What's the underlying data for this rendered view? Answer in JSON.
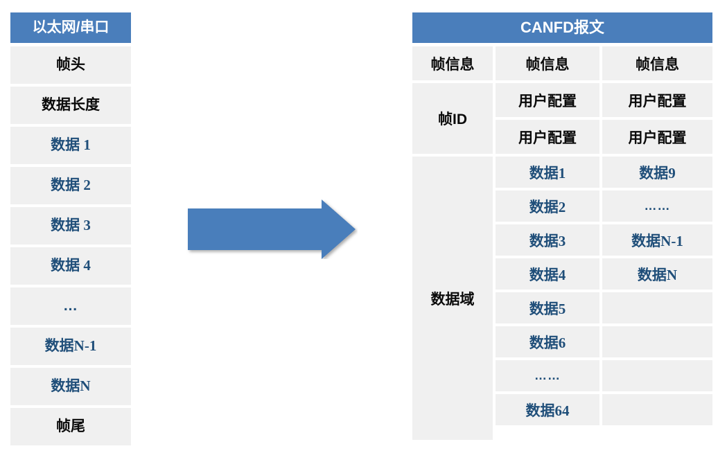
{
  "diagram": {
    "title_left": "以太网/串口",
    "title_right": "CANFD报文",
    "arrow": {
      "name": "right-arrow",
      "color": "#4a7ebb",
      "direction": "right"
    },
    "colors": {
      "header_blue": "#4a7ebb",
      "cell_gray": "#f0f0f0",
      "text_black": "#0a0a0a",
      "text_blue": "#1f4e79",
      "page_background": "#ffffff"
    }
  },
  "left_table": {
    "header": "以太网/串口",
    "rows": [
      {
        "label": "帧头",
        "style": "black"
      },
      {
        "label": "数据长度",
        "style": "black"
      },
      {
        "label": "数据 1",
        "style": "blue"
      },
      {
        "label": "数据 2",
        "style": "blue"
      },
      {
        "label": "数据 3",
        "style": "blue"
      },
      {
        "label": "数据 4",
        "style": "blue"
      },
      {
        "label": "…",
        "style": "blue-dots"
      },
      {
        "label": "数据N-1",
        "style": "blue"
      },
      {
        "label": "数据N",
        "style": "blue"
      },
      {
        "label": "帧尾",
        "style": "black"
      }
    ]
  },
  "right_table": {
    "header": "CANFD报文",
    "col0": [
      {
        "label": "帧信息",
        "style": "black",
        "span": 1
      },
      {
        "label": "帧ID",
        "style": "black",
        "span": 2
      },
      {
        "label": "数据域",
        "style": "black",
        "span": 8
      }
    ],
    "col1": [
      {
        "label": "帧信息",
        "style": "black"
      },
      {
        "label": "用户配置",
        "style": "black"
      },
      {
        "label": "用户配置",
        "style": "black"
      },
      {
        "label": "数据1",
        "style": "blue"
      },
      {
        "label": "数据2",
        "style": "blue"
      },
      {
        "label": "数据3",
        "style": "blue"
      },
      {
        "label": "数据4",
        "style": "blue"
      },
      {
        "label": "数据5",
        "style": "blue"
      },
      {
        "label": "数据6",
        "style": "blue"
      },
      {
        "label": "……",
        "style": "blue-dots"
      },
      {
        "label": "数据64",
        "style": "blue"
      }
    ],
    "col2": [
      {
        "label": "帧信息",
        "style": "black"
      },
      {
        "label": "用户配置",
        "style": "black"
      },
      {
        "label": "用户配置",
        "style": "black"
      },
      {
        "label": "数据9",
        "style": "blue"
      },
      {
        "label": "……",
        "style": "blue-dots"
      },
      {
        "label": "数据N-1",
        "style": "blue"
      },
      {
        "label": "数据N",
        "style": "blue"
      },
      {
        "label": "",
        "style": "empty"
      },
      {
        "label": "",
        "style": "empty"
      },
      {
        "label": "",
        "style": "empty"
      },
      {
        "label": "",
        "style": "empty"
      }
    ]
  }
}
